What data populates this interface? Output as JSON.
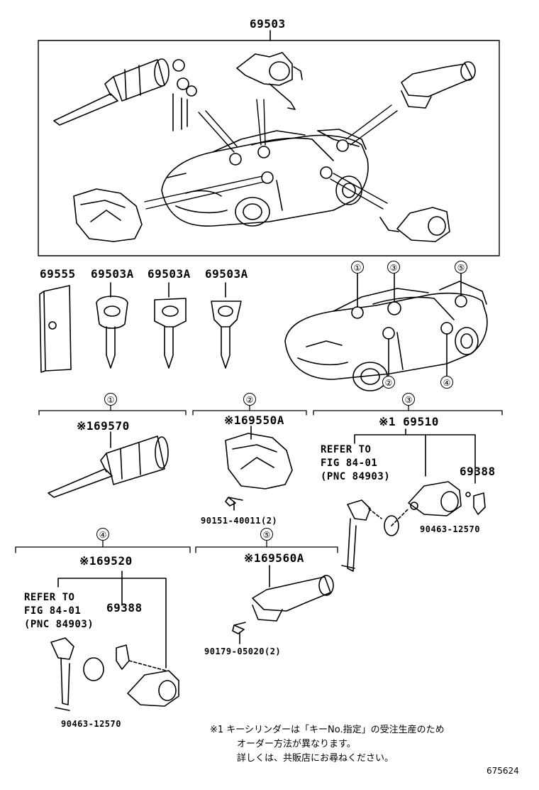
{
  "labels": {
    "main_set": "69503",
    "card": "69555",
    "key1": "69503A",
    "key2": "69503A",
    "key3": "69503A",
    "sec1": "※169570",
    "sec2": "※169550A",
    "sec3": "※1 69510",
    "sec4": "※169520",
    "sec5": "※169560A",
    "part_69388_a": "69388",
    "part_69388_b": "69388",
    "screw_2": "90151-40011(2)",
    "clip_3": "90463-12570",
    "clip_4": "90463-12570",
    "screw_5": "90179-05020(2)",
    "refer_3": [
      "REFER TO",
      "FIG 84-01",
      "(PNC 84903)"
    ],
    "refer_4": [
      "REFER TO",
      "FIG 84-01",
      "(PNC 84903)"
    ],
    "diagram_id": "675624"
  },
  "circled": [
    "①",
    "②",
    "③",
    "④",
    "⑤"
  ],
  "note_lines": [
    "※1 キーシリンダーは「キーNo.指定」の受注生産のため",
    "オーダー方法が異なります。",
    "詳しくは、共販店にお尋ねください。"
  ]
}
